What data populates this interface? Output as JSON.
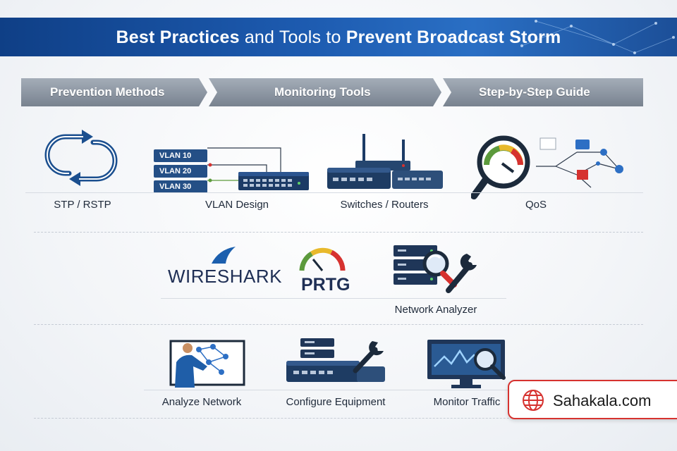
{
  "header": {
    "title_part1": "Best Practices",
    "title_part2": " and Tools to ",
    "title_part3": "Prevent Broadcast Storm"
  },
  "steps": [
    {
      "label": "Prevention Methods"
    },
    {
      "label": "Monitoring Tools"
    },
    {
      "label": "Step-by-Step Guide"
    }
  ],
  "prevention": {
    "items": [
      {
        "label": "STP / RSTP",
        "icon": "loop-arrows-icon"
      },
      {
        "label": "VLAN Design",
        "icon": "vlan-switch-icon"
      },
      {
        "label": "Switches / Routers",
        "icon": "router-switch-icon"
      },
      {
        "label": "QoS",
        "icon": "gauge-magnifier-icon"
      }
    ],
    "vlans": [
      "VLAN 10",
      "VLAN 20",
      "VLAN 30"
    ]
  },
  "monitoring": {
    "wireshark_logo": "WIRESHARK",
    "prtg_logo": "PRTG",
    "analyzer_label": "Network Analyzer"
  },
  "guide": {
    "items": [
      {
        "label": "Analyze Network",
        "icon": "analyst-screen-icon"
      },
      {
        "label": "Configure Equipment",
        "icon": "configure-equipment-icon"
      },
      {
        "label": "Monitor Traffic",
        "icon": "monitor-traffic-icon"
      }
    ]
  },
  "watermark": {
    "text": "Sahakala.com"
  },
  "colors": {
    "banner": "#1d5bb0",
    "step_bar": "#8d97a3",
    "icon_blue": "#1b4f8f",
    "accent_red": "#d6322f"
  }
}
